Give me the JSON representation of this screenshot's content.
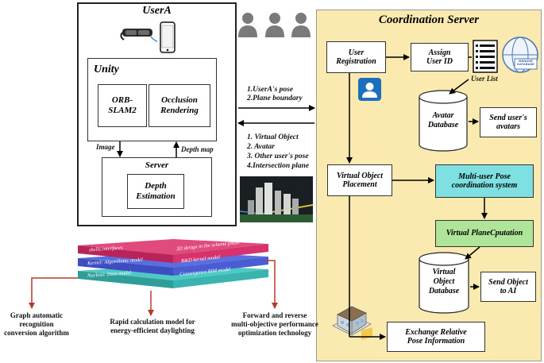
{
  "userA": {
    "title": "UserA",
    "unity": {
      "title": "Unity",
      "orbslam": "ORB-\nSLAM2",
      "occlusion": "Occlusion\nRendering"
    },
    "image_label": "Image",
    "depth_map_label": "Depth map",
    "server": {
      "title": "Server",
      "depth_estimation": "Depth\nEstimation"
    }
  },
  "arrows_mid": {
    "to_server": "1.UserA's pose\n2.Plane boundary",
    "to_user": "1. Virtual Object\n2.  Avatar\n3.  Other user's pose\n4.Intersection plane"
  },
  "coordination": {
    "title": "Coordination Server",
    "user_registration": "User\nRegistration",
    "assign_user_id": "Assign\nUser ID",
    "user_list": "User List",
    "avatar_db": "Avatar\nDatabase",
    "send_avatars": "Send user's\navatars",
    "vo_placement": "Virtual Object\nPlacement",
    "multi_user": "Multi-user Pose\ncoordination system",
    "plane_computation": "Virtual PlaneCputation",
    "vo_db": "Virtual\nObject\nDatabase",
    "send_object": "Send Object\nto AI",
    "exchange": "Exchange Relative\nPose Information",
    "badge_text": "MANAGE\nDATABASE"
  },
  "bim_stack": {
    "layer1_left": "shells:interfaces",
    "layer1_right": "3D design in the scheme phase",
    "layer2_left": "Kernel: Algorithmic model",
    "layer2_right": "R&D kernel model",
    "layer3_left": "Nucleus: Data model",
    "layer3_right": "Convergence BIM model",
    "left_label": "Graph automatic\nrecognition\nconversion algorithm",
    "middle_label": "Rapid calculation model for\nenergy-efficient daylighting",
    "right_label": "Forward and reverse\nmulti-objective performance\noptimization technology"
  },
  "colors": {
    "coord_bg": "#fbeab0",
    "cyan": "#7ee0e0",
    "green": "#aee59a",
    "magenta": "#d6336c",
    "blue": "#5a6ee0",
    "teal": "#4fc9c4",
    "arrow_red": "#b83a2c"
  },
  "icons": [
    "person-icon",
    "vr-headset-icon",
    "smartphone-icon",
    "user-badge-icon",
    "list-document-icon",
    "database-globe-icon",
    "city-scene-thumbnail",
    "building-thumbnail"
  ]
}
